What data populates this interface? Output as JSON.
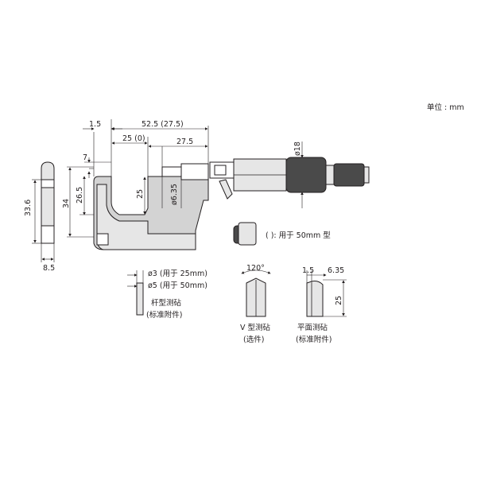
{
  "unit_label": "单位 : mm",
  "dimensions": {
    "top_1_5": "1.5",
    "top_52_5": "52.5 (27.5)",
    "top_25": "25 (0)",
    "top_27_5": "27.5",
    "left_7": "7",
    "left_26_5": "26.5",
    "left_34": "34",
    "inner_25": "25",
    "spindle_dia": "ø6.35",
    "sleeve_dia": "ø18",
    "side_height": "33.6",
    "side_width": "8.5"
  },
  "notes": {
    "paren_note": "( ): 用于 50mm 型"
  },
  "anvils": {
    "rod": {
      "dia1": "ø3 (用于  25mm)",
      "dia2": "ø5 (用于  50mm)",
      "name": "杆型测砧",
      "tag": "(标准附件)"
    },
    "v": {
      "angle": "120°",
      "name": "V 型测砧",
      "tag": "(选件)"
    },
    "flat": {
      "dim1": "1.5",
      "dim2": "6.35",
      "height": "25",
      "name": "平面测砧",
      "tag": "(标准附件)"
    }
  }
}
